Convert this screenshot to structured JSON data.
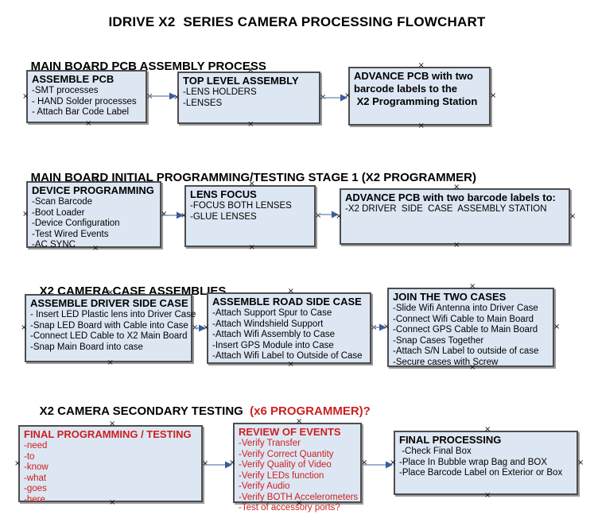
{
  "title": "IDRIVE X2  SERIES CAMERA PROCESSING FLOWCHART",
  "colors": {
    "box_fill": "#dde7f3",
    "box_border": "#4d4d4d",
    "red_text": "#cc2020",
    "arrow_line": "#7f97bd",
    "arrow_head": "#3b5c9b"
  },
  "sections": [
    {
      "heading": "MAIN BOARD PCB ASSEMBLY PROCESS",
      "heading_red": ""
    },
    {
      "heading": "MAIN BOARD INITIAL PROGRAMMING/TESTING STAGE 1 (X2 PROGRAMMER)",
      "heading_red": ""
    },
    {
      "heading": "X2 CAMERA CASE ASSEMBLIES",
      "heading_red": ""
    },
    {
      "heading": "X2 CAMERA SECONDARY TESTING ",
      "heading_red": " (x6 PROGRAMMER)?"
    }
  ],
  "boxes": [
    {
      "id": "assemble-pcb",
      "title_lines": [
        "ASSEMBLE PCB"
      ],
      "items": [
        "-SMT processes",
        "- HAND Solder processes",
        "- Attach Bar Code Label"
      ],
      "color": "black"
    },
    {
      "id": "top-level-assembly",
      "title_lines": [
        "TOP LEVEL ASSEMBLY"
      ],
      "items": [
        "-LENS HOLDERS",
        "-LENSES"
      ],
      "color": "black"
    },
    {
      "id": "advance-pcb-to-programming-station",
      "title_lines": [
        "ADVANCE PCB with two",
        "barcode labels to the",
        " X2 Programming Station"
      ],
      "items": [],
      "color": "black"
    },
    {
      "id": "device-programming",
      "title_lines": [
        "DEVICE PROGRAMMING"
      ],
      "items": [
        "-Scan Barcode",
        "-Boot Loader",
        "-Device Configuration",
        "-Test Wired Events",
        "-AC SYNC"
      ],
      "color": "black"
    },
    {
      "id": "lens-focus",
      "title_lines": [
        "LENS FOCUS"
      ],
      "items": [
        "-FOCUS BOTH LENSES",
        "-GLUE LENSES"
      ],
      "color": "black"
    },
    {
      "id": "advance-pcb-to-driver-side-station",
      "title_lines": [
        "ADVANCE PCB with two barcode labels to:"
      ],
      "items": [
        "-X2 DRIVER  SIDE  CASE  ASSEMBLY STATION"
      ],
      "color": "black"
    },
    {
      "id": "assemble-driver-side-case",
      "title_lines": [
        "ASSEMBLE DRIVER SIDE CASE"
      ],
      "items": [
        "- Insert LED Plastic lens into Driver Case",
        "-Snap LED Board with Cable into Case",
        "-Connect LED Cable to X2 Main Board",
        "-Snap Main Board into case"
      ],
      "color": "black"
    },
    {
      "id": "assemble-road-side-case",
      "title_lines": [
        "ASSEMBLE ROAD SIDE CASE"
      ],
      "items": [
        "-Attach Support Spur to Case",
        "-Attach Windshield Support",
        "-Attach Wifi Assembly to Case",
        "-Insert GPS Module into Case",
        "-Attach Wifi Label to Outside of Case"
      ],
      "color": "black"
    },
    {
      "id": "join-the-two-cases",
      "title_lines": [
        "JOIN THE TWO CASES"
      ],
      "items": [
        "-Slide Wifi Antenna into Driver Case",
        "-Connect Wifi Cable to Main Board",
        "-Connect GPS Cable to Main Board",
        "-Snap Cases Together",
        "-Attach S/N Label to outside of case",
        "-Secure cases with Screw"
      ],
      "color": "black"
    },
    {
      "id": "final-programming-testing",
      "title_lines": [
        "FINAL PROGRAMMING / TESTING"
      ],
      "items": [
        "-need",
        "-to",
        "-know",
        "-what",
        "-goes",
        "-here"
      ],
      "color": "red"
    },
    {
      "id": "review-of-events",
      "title_lines": [
        "REVIEW OF EVENTS"
      ],
      "items": [
        "-Verify Transfer",
        "-Verify Correct Quantity",
        "-Verify Quality of Video",
        "-Verify LEDs function",
        "-Verify Audio",
        "-Verify BOTH Accelerometers",
        "-Test of accessory ports?"
      ],
      "color": "red"
    },
    {
      "id": "final-processing",
      "title_lines": [
        "FINAL PROCESSING"
      ],
      "items": [
        " -Check Final Box",
        "-Place In Bubble wrap Bag and BOX",
        "-Place Barcode Label on Exterior or Box"
      ],
      "color": "black"
    }
  ]
}
